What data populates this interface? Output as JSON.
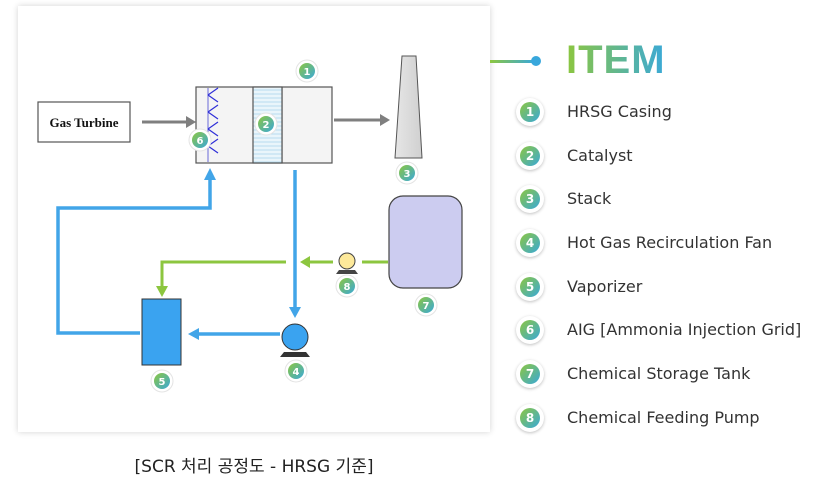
{
  "diagram": {
    "gas_turbine_label": "Gas Turbine",
    "component_numbers": [
      "1",
      "2",
      "3",
      "4",
      "5",
      "6",
      "7",
      "8"
    ],
    "caption": "[SCR 처리 공정도 - HRSG 기준]",
    "colors": {
      "flue_gas": "#7f7f7f",
      "flue_gas_mix": "#42a5e8",
      "ammonia_feed": "#8cc63f",
      "vaporizer": "#3aa3f0",
      "storage_tank": "#ccccf0",
      "pump": "#fde99a",
      "badge_from": "#8cc63f",
      "badge_to": "#3aa9d9"
    }
  },
  "legend": {
    "title": "ITEM",
    "items": [
      {
        "num": "1",
        "label": "HRSG Casing"
      },
      {
        "num": "2",
        "label": "Catalyst"
      },
      {
        "num": "3",
        "label": "Stack"
      },
      {
        "num": "4",
        "label": "Hot Gas Recirculation Fan"
      },
      {
        "num": "5",
        "label": "Vaporizer"
      },
      {
        "num": "6",
        "label": "AIG [Ammonia Injection Grid]"
      },
      {
        "num": "7",
        "label": "Chemical Storage Tank"
      },
      {
        "num": "8",
        "label": "Chemical Feeding Pump"
      }
    ]
  }
}
